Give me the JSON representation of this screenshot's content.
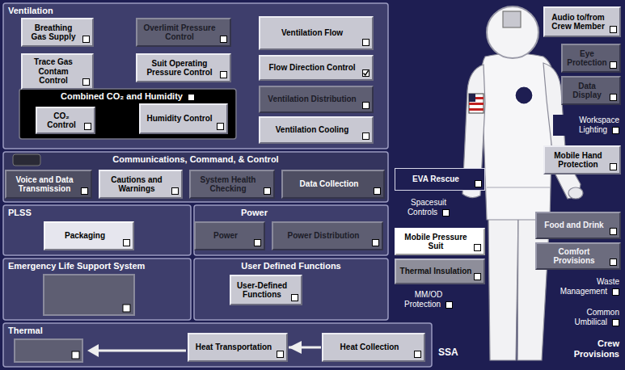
{
  "diagram": {
    "nodes": [
      {
        "text": [
          "Ventilation"
        ]
      },
      {
        "text": [
          "Breathing Gas Supply"
        ],
        "in": 0
      },
      {
        "text": [
          "Overlimit Pressure Control"
        ],
        "in": 0
      },
      {
        "text": [
          "Ventilation Flow"
        ],
        "in": 0
      },
      {
        "text": [
          "Trace Gas Contam Control"
        ],
        "in": 0
      },
      {
        "text": [
          "Suit Operating Pressure Control"
        ],
        "in": 0
      },
      {
        "text": [
          "Flow Direction Control"
        ],
        "in": 0
      },
      {
        "text": [
          "Combined CO₂ and Humidity"
        ],
        "in": 0
      },
      {
        "text": [
          "CO₂ Control"
        ],
        "in": 7
      },
      {
        "text": [
          "Humidity Control"
        ],
        "in": 7
      },
      {
        "text": [
          "Ventilation Distribution"
        ],
        "in": 0
      },
      {
        "text": [
          "Ventilation Cooling"
        ],
        "in": 0
      },
      {
        "text": [
          "Audio to/from Crew Member"
        ]
      },
      {
        "text": [
          "Eye Protection"
        ]
      },
      {
        "text": [
          "Data Display"
        ]
      },
      {
        "text": [
          "Mobile Hand Protection"
        ]
      },
      {
        "text": [
          "Communications, Command, & Control"
        ]
      },
      {
        "text": [
          "Voice and Data Transmission"
        ],
        "in": 16
      },
      {
        "text": [
          "Cautions and Warnings"
        ],
        "in": 16
      },
      {
        "text": [
          "System Health Checking"
        ],
        "in": 16
      },
      {
        "text": [
          "Data Collection"
        ],
        "in": 16
      },
      {
        "text": [
          "EVA Rescue"
        ]
      },
      {
        "text": [
          "PLSS"
        ]
      },
      {
        "text": [
          "Packaging"
        ],
        "in": 22
      },
      {
        "text": [
          "Power"
        ]
      },
      {
        "text": [
          "Power"
        ],
        "in": 24
      },
      {
        "text": [
          "Power Distribution"
        ],
        "in": 24
      },
      {
        "text": [
          "Mobile Pressure Suit"
        ]
      },
      {
        "text": [
          "Food and Drink"
        ]
      },
      {
        "text": [
          "Comfort Provisions"
        ]
      },
      {
        "text": [
          "Emergency Life Support System"
        ]
      },
      {
        "text": [
          "User Defined Functions"
        ]
      },
      {
        "text": [
          "User-Defined Functions"
        ],
        "in": 31
      },
      {
        "text": [
          "Thermal Insulation"
        ]
      },
      {
        "text": [
          "Thermal"
        ]
      },
      {
        "text": [
          "Heat Transportation"
        ],
        "in": 34
      },
      {
        "text": [
          "Heat Collection"
        ],
        "in": 34
      }
    ],
    "edges": [
      {
        "from": 36,
        "to": 35,
        "arrow": "to"
      }
    ],
    "labels": [
      "Workspace Lighting",
      "Spacesuit Controls",
      "MM/OD Protection",
      "Waste Management",
      "Common Umbilical",
      "SSA",
      "Crew Provisions"
    ]
  }
}
